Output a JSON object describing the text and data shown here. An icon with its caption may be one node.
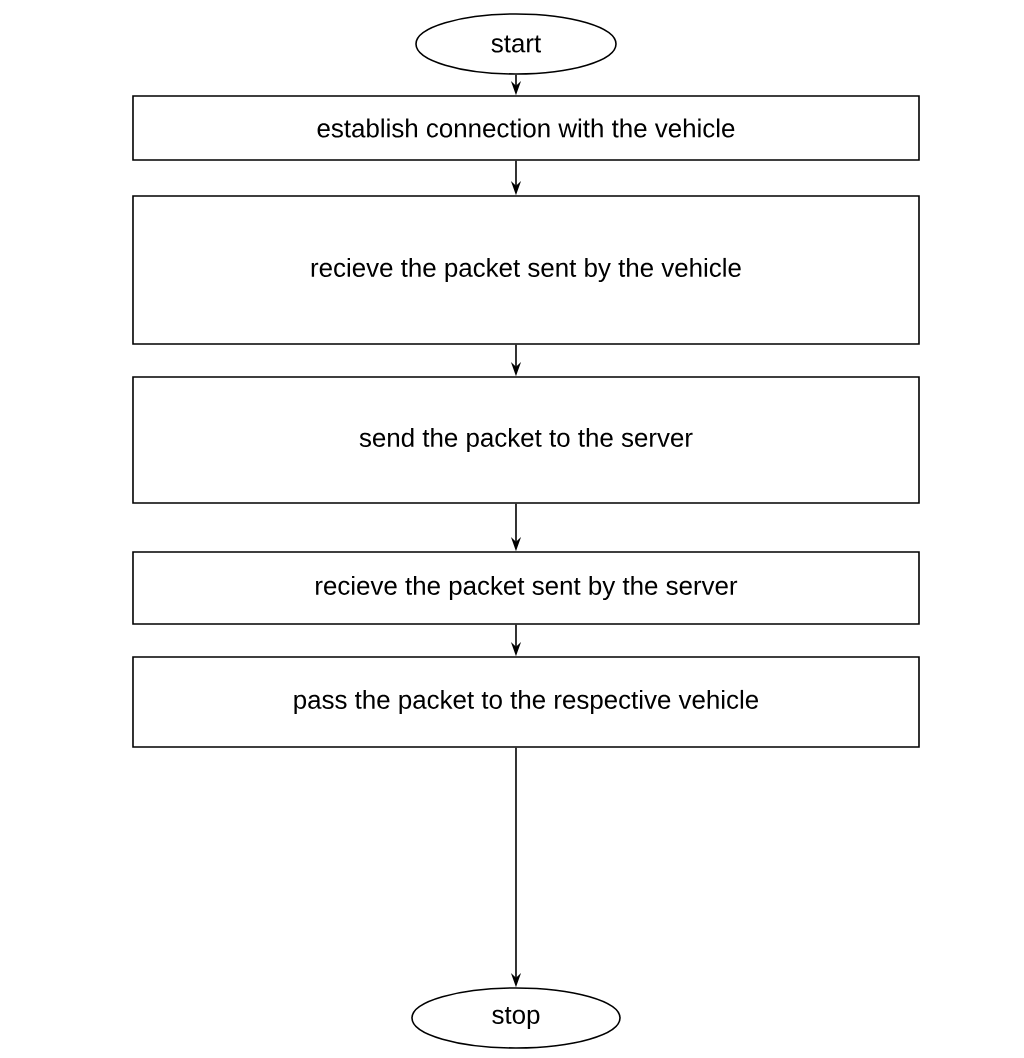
{
  "diagram": {
    "nodes": [
      {
        "text": [
          "start"
        ]
      },
      {
        "text": [
          "establish connection with the vehicle"
        ]
      },
      {
        "text": [
          "recieve the packet sent by the vehicle"
        ]
      },
      {
        "text": [
          "send the packet to the server"
        ]
      },
      {
        "text": [
          "recieve the packet sent by the server"
        ]
      },
      {
        "text": [
          "pass the packet to the respective vehicle"
        ]
      },
      {
        "text": [
          "stop"
        ]
      }
    ],
    "edges": [
      {
        "from": 0,
        "to": 1,
        "arrow": "to"
      },
      {
        "from": 1,
        "to": 2,
        "arrow": "to"
      },
      {
        "from": 2,
        "to": 3,
        "arrow": "to"
      },
      {
        "from": 3,
        "to": 4,
        "arrow": "to"
      },
      {
        "from": 4,
        "to": 5,
        "arrow": "to"
      },
      {
        "from": 5,
        "to": 6,
        "arrow": "to"
      }
    ]
  }
}
